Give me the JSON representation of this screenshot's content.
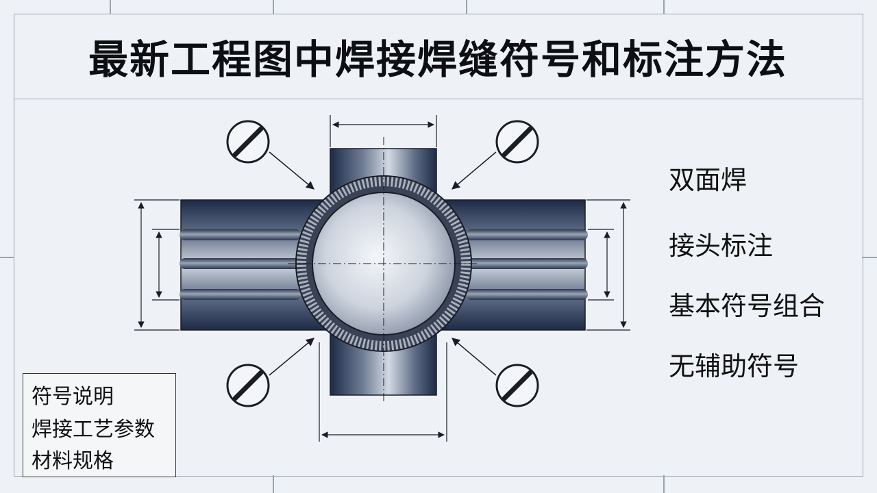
{
  "title": "最新工程图中焊接焊缝符号和标注方法",
  "labels": [
    "双面焊",
    "接头标注",
    "基本符号组合",
    "无辅助符号"
  ],
  "legend": [
    "符号说明",
    "焊接工艺参数",
    "材料规格"
  ],
  "colors": {
    "pipe_dark": "#1f2d4a",
    "pipe_light": "#c9d1dc",
    "weld": "#5a6170",
    "line": "#1a1d24",
    "background": "#eef1f5"
  },
  "icons": [
    "weld-symbol-icon-top-left",
    "weld-symbol-icon-top-right",
    "weld-symbol-icon-bottom-left",
    "weld-symbol-icon-bottom-right"
  ]
}
